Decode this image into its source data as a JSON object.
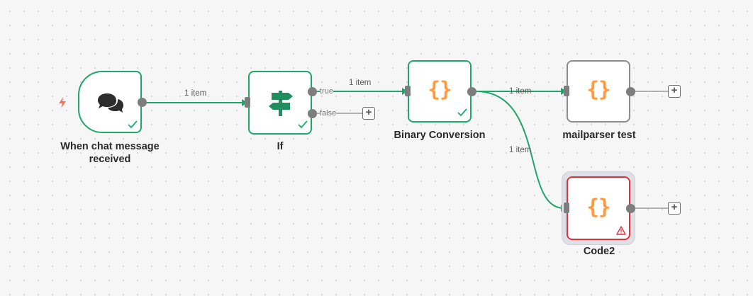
{
  "nodes": {
    "chat_trigger": {
      "label": "When chat message received",
      "status": "success",
      "icon": "chat-bubbles-icon"
    },
    "if": {
      "label": "If",
      "status": "success",
      "icon": "signpost-icon",
      "outputs": [
        "true",
        "false"
      ]
    },
    "binary_conversion": {
      "label": "Binary Conversion",
      "status": "success",
      "icon": "code-braces-icon"
    },
    "mailparser_test": {
      "label": "mailparser test",
      "status": "idle",
      "icon": "code-braces-icon"
    },
    "code2": {
      "label": "Code2",
      "status": "error",
      "icon": "code-braces-icon"
    }
  },
  "icons": {
    "braces_text": "{}",
    "add": "+"
  },
  "connections": [
    {
      "from": "When chat message received",
      "to": "If",
      "label": "1 item"
    },
    {
      "from": "If",
      "to": "Binary Conversion",
      "port": "true",
      "label": "1 item"
    },
    {
      "from": "Binary Conversion",
      "to": "mailparser test",
      "label": "1 item"
    },
    {
      "from": "Binary Conversion",
      "to": "Code2",
      "label": "1 item"
    }
  ],
  "colors": {
    "success": "#20a56b",
    "error": "#e0313c",
    "idle_border": "#8c8c8c",
    "code_icon": "#ff9a3c",
    "trigger_bolt": "#ff6d5a"
  }
}
